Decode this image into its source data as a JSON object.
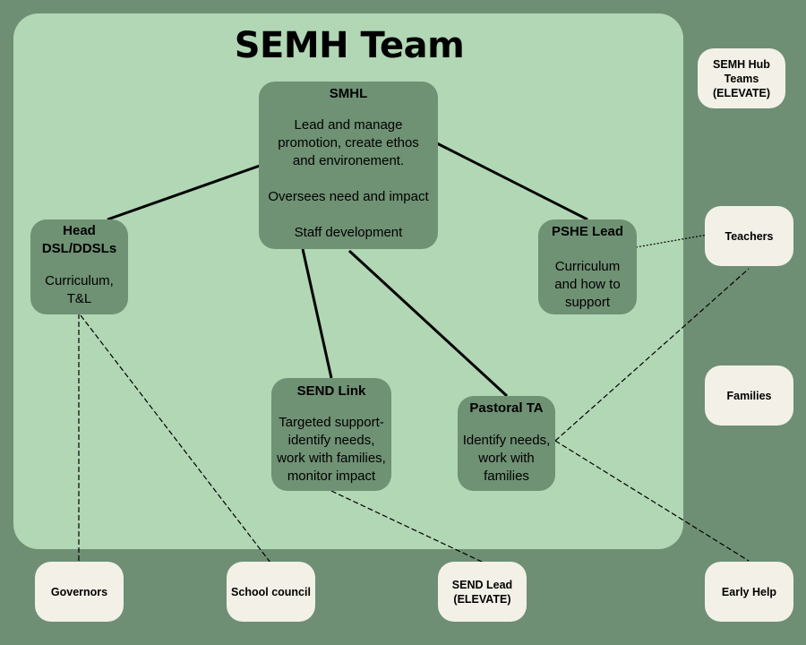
{
  "title": "SEMH Team",
  "colors": {
    "background": "#6e8f74",
    "panel": "#b1d7b4",
    "team_box": "#6f9174",
    "external_box": "#f3f1e7"
  },
  "team": {
    "smhl": {
      "heading": "SMHL",
      "body": "Lead and manage\npromotion, create ethos\nand environement.\n\nOversees need and impact\n\nStaff development"
    },
    "head_dsl": {
      "heading": "Head\nDSL/DDSLs",
      "body": "Curriculum,\nT&L"
    },
    "pshe_lead": {
      "heading": "PSHE Lead",
      "body": "Curriculum\nand how to\nsupport"
    },
    "send_link": {
      "heading": "SEND Link",
      "body": "Targeted support-\nidentify needs,\nwork with families,\nmonitor impact"
    },
    "pastoral_ta": {
      "heading": "Pastoral TA",
      "body": "Identify needs,\nwork with\nfamilies"
    }
  },
  "external": {
    "semh_hub": "SEMH Hub\nTeams\n(ELEVATE)",
    "teachers": "Teachers",
    "families": "Families",
    "governors": "Governors",
    "school_council": "School council",
    "send_lead": "SEND Lead\n(ELEVATE)",
    "early_help": "Early Help"
  }
}
